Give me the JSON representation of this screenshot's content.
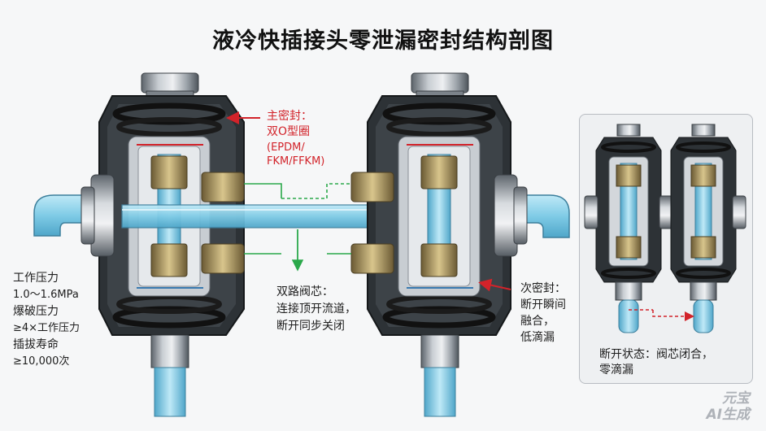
{
  "title": "液冷快插接头零泄漏密封结构剖图",
  "primary_seal": {
    "heading": "主密封：",
    "type": "双O型圈",
    "material_line1": "(EPDM/",
    "material_line2": "FKM/FFKM)"
  },
  "specs": {
    "line1": "工作压力",
    "line2": "1.0～1.6MPa",
    "line3": "爆破压力",
    "line4": "≥4×工作压力",
    "line5": "插拔寿命",
    "line6": "≥10,000次"
  },
  "valve_core": {
    "line1": "双路阀芯：",
    "line2": "连接顶开流道，",
    "line3": "断开同步关闭"
  },
  "secondary_seal": {
    "line1": "次密封：",
    "line2": "断开瞬间",
    "line3": "融合，",
    "line4": "低滴漏"
  },
  "disconnected": {
    "line1": "断开状态：阀芯闭合，",
    "line2": "零滴漏"
  },
  "watermark": {
    "line1": "元宝",
    "line2": "AI生成"
  },
  "colors": {
    "accent_red": "#d2232a",
    "accent_green": "#2aa84a",
    "coolant": "#8fd3ec",
    "steel": "#9aa1a8"
  }
}
